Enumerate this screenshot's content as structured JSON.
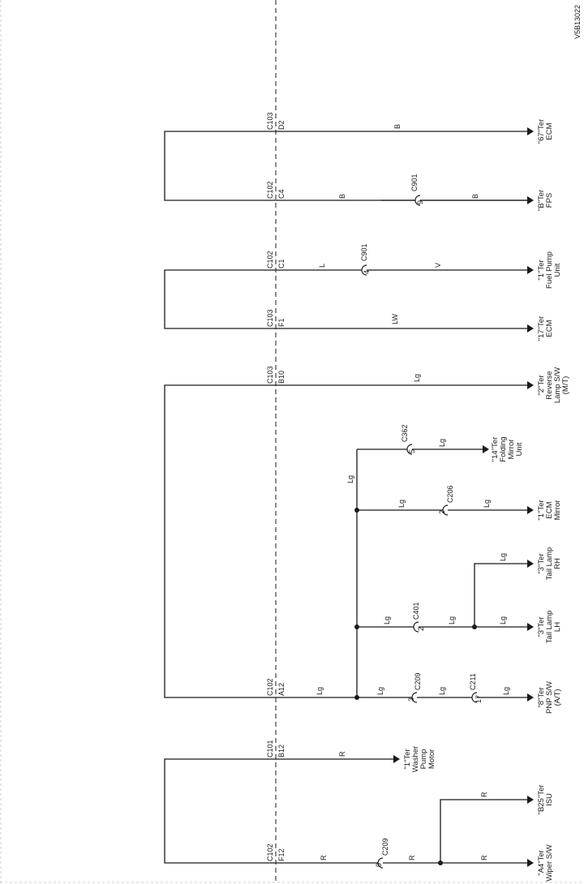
{
  "figure_id": "V5B13022",
  "connectors_left": [
    {
      "conn": "C103",
      "pin": "D2"
    },
    {
      "conn": "C102",
      "pin": "C4"
    },
    {
      "conn": "C102",
      "pin": "C1"
    },
    {
      "conn": "C103",
      "pin": "F1"
    },
    {
      "conn": "C103",
      "pin": "B10"
    },
    {
      "conn": "C102",
      "pin": "A12"
    },
    {
      "conn": "C101",
      "pin": "B12"
    },
    {
      "conn": "C102",
      "pin": "F12"
    }
  ],
  "wire_colors": {
    "b1": "B",
    "b2": "B",
    "b3": "B",
    "l1": "L",
    "v1": "V",
    "lw1": "LW",
    "lg_rev": "Lg",
    "lg_mirror": "Lg",
    "lg_v": "Lg",
    "lg_ecm1": "Lg",
    "lg_ecm2": "Lg",
    "lg_rh": "Lg",
    "lg_lh1": "Lg",
    "lg_lh2": "Lg",
    "lg_lh3": "Lg",
    "lg_pnp0": "Lg",
    "lg_pnp1": "Lg",
    "lg_pnp2": "Lg",
    "lg_pnp3": "Lg",
    "r_washer": "R",
    "r_isu": "R",
    "r_wip1": "R",
    "r_wip2": "R",
    "r_wip3": "R"
  },
  "inline_connectors": [
    {
      "name": "C901",
      "pin": "9"
    },
    {
      "name": "C901",
      "pin": "4"
    },
    {
      "name": "C362",
      "pin": "5"
    },
    {
      "name": "C206",
      "pin": "2"
    },
    {
      "name": "C401",
      "pin": "2"
    },
    {
      "name": "C209",
      "pin": "3"
    },
    {
      "name": "C211",
      "pin": "17"
    },
    {
      "name": "C209",
      "pin": "9"
    }
  ],
  "terminals": [
    {
      "id": "t_ecm67",
      "lines": [
        "\"67\"Ter",
        "ECM"
      ]
    },
    {
      "id": "t_fps",
      "lines": [
        "\"B\"Ter",
        "FPS"
      ]
    },
    {
      "id": "t_fuel",
      "lines": [
        "\"1\"Ter",
        "Fuel Pump",
        "Unit"
      ]
    },
    {
      "id": "t_ecm17",
      "lines": [
        "\"17\"Ter",
        "ECM"
      ]
    },
    {
      "id": "t_rev",
      "lines": [
        "\"2\"Ter",
        "Reverse",
        "Lamp S/W",
        "(M/T)"
      ]
    },
    {
      "id": "t_fold",
      "lines": [
        "\"14\"Ter",
        "Folding",
        "Mirror",
        "Unit"
      ]
    },
    {
      "id": "t_ecmmir",
      "lines": [
        "\"1\"Ter",
        "ECM",
        "Mirror"
      ]
    },
    {
      "id": "t_rh",
      "lines": [
        "\"3\"Ter",
        "Tail Lamp",
        "RH"
      ]
    },
    {
      "id": "t_lh",
      "lines": [
        "\"3\"Ter",
        "Tail Lamp",
        "LH"
      ]
    },
    {
      "id": "t_pnp",
      "lines": [
        "\"8\"Ter",
        "PNP S/W",
        "(A/T)"
      ]
    },
    {
      "id": "t_washer",
      "lines": [
        "\"1\"Ter",
        "Washer",
        "Pump",
        "Motor"
      ]
    },
    {
      "id": "t_isu",
      "lines": [
        "\"B25\"Ter",
        "ISU"
      ]
    },
    {
      "id": "t_wiper",
      "lines": [
        "\"A4\"Ter",
        "Wiper S/W"
      ]
    }
  ]
}
